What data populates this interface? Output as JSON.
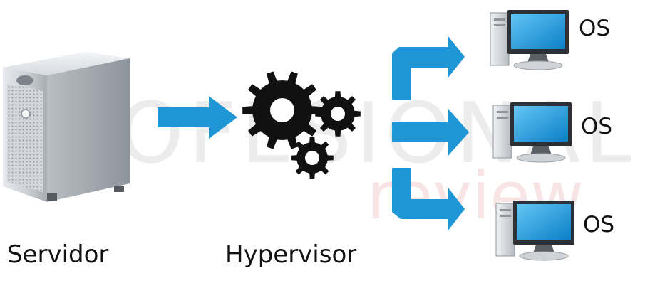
{
  "watermark": {
    "main": "PROFESIONAL",
    "sub": "review"
  },
  "nodes": {
    "server_label": "Servidor",
    "hypervisor_label": "Hypervisor",
    "os_labels": [
      "OS",
      "OS",
      "OS"
    ]
  },
  "colors": {
    "arrow": "#1f97d6",
    "gear": "#111111",
    "screen": "#1ea3e8",
    "server_body": "#c9cdd2"
  },
  "icons": [
    "server-icon",
    "gears-icon",
    "computer-icon"
  ]
}
